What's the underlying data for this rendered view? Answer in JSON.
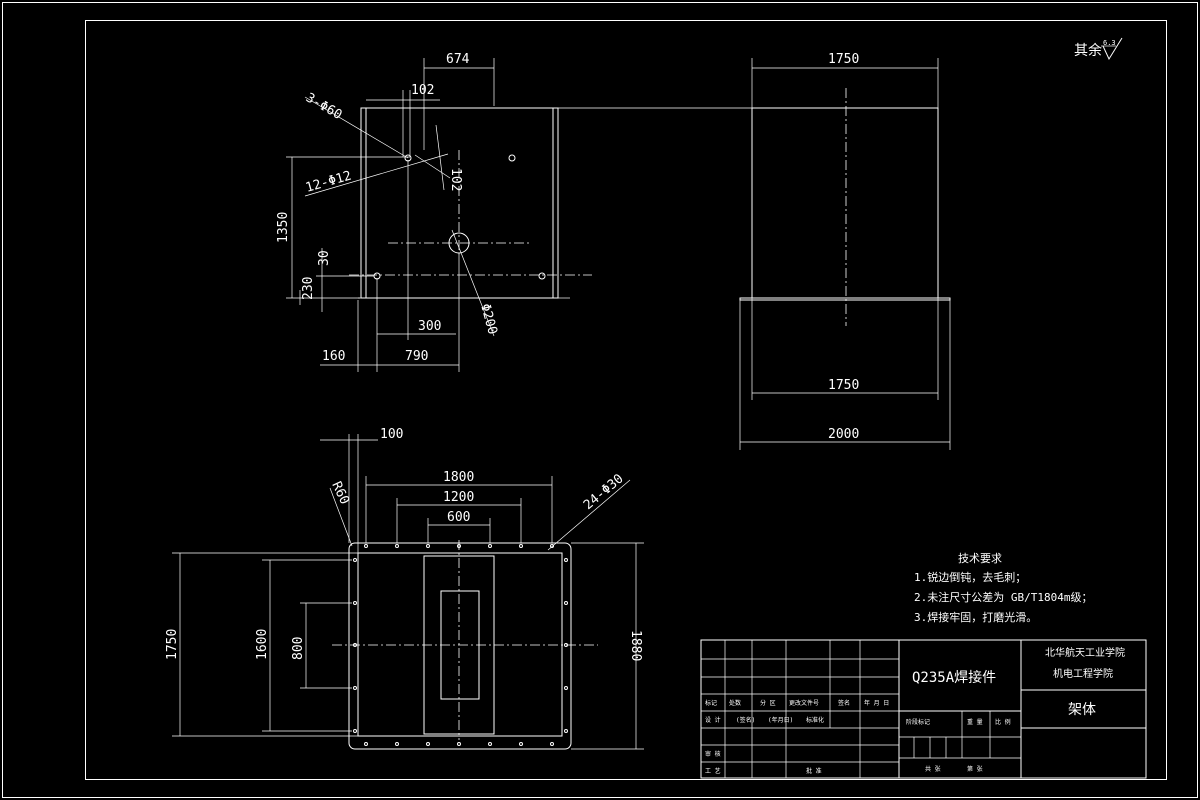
{
  "surface_finish": {
    "label": "其余",
    "value": "6.3"
  },
  "dims": {
    "d674": "674",
    "d102": "102",
    "d3phi60": "3-Φ60",
    "d12phi12": "12-Φ12",
    "d102v": "102",
    "d1350": "1350",
    "d30": "30",
    "d230": "230",
    "d300": "300",
    "d160": "160",
    "d790": "790",
    "d200": "Φ200",
    "s1750_top": "1750",
    "s1750_bot": "1750",
    "s2000": "2000",
    "p100": "100",
    "pR60": "R60",
    "p1800": "1800",
    "p1200": "1200",
    "p600": "600",
    "p24phi30": "24-Φ30",
    "p1750": "1750",
    "p1600": "1600",
    "p800": "800",
    "p1880": "1880"
  },
  "tech_req": {
    "title": "技术要求",
    "items": [
      "1.锐边倒钝，去毛刺；",
      "2.未注尺寸公差为 GB/T1804m级；",
      "3.焊接牢固，打磨光滑。"
    ]
  },
  "title_block": {
    "material": "Q235A焊接件",
    "school_line1": "北华航天工业学院",
    "school_line2": "机电工程学院",
    "part_name": "架体",
    "row_mark": [
      "标记",
      "处数",
      "分 区",
      "更改文件号",
      "签名",
      "年 月 日"
    ],
    "row_design": [
      "设 计",
      "(签名)",
      "(年月日)",
      "标准化"
    ],
    "row_check": "审 核",
    "row_process": "工 艺",
    "row_approve": "批 准",
    "stage_mark": "阶段标记",
    "weight": "重 量",
    "scale": "比 例",
    "sheets": "共 张",
    "sheet": "第 张"
  }
}
